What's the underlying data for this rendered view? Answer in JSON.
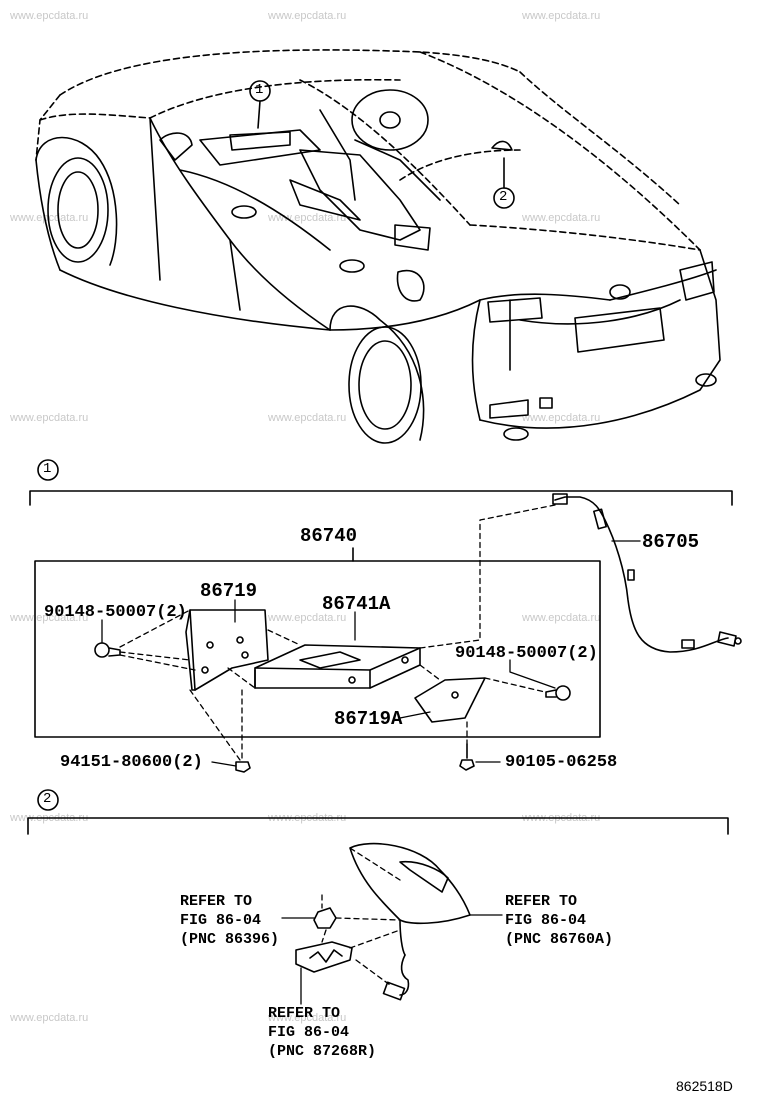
{
  "watermark": "www.epcdata.ru",
  "figure_id": "862518D",
  "callouts": {
    "one": "1",
    "two": "2"
  },
  "section1": {
    "parts": {
      "p86740": "86740",
      "p86705": "86705",
      "p86719": "86719",
      "p86741A": "86741A",
      "p86719A": "86719A",
      "bolt_left": "90148-50007(2)",
      "bolt_right": "90148-50007(2)",
      "nut": "94151-80600(2)",
      "screw": "90105-06258"
    }
  },
  "section2": {
    "ref_left": "REFER TO\nFIG 86-04\n(PNC 86396)",
    "ref_right": "REFER TO\nFIG 86-04\n(PNC 86760A)",
    "ref_bottom": "REFER TO\nFIG 86-04\n(PNC 87268R)"
  }
}
